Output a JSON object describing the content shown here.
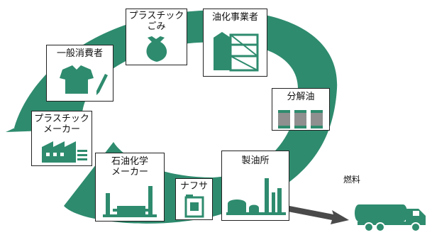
{
  "colors": {
    "ring": "#2e8b6e",
    "icon_green": "#2e8b6e",
    "icon_gray": "#8f8f8f",
    "arrow": "#4a4a4a",
    "border": "#222222"
  },
  "nodes": {
    "plastic_waste": {
      "label_1": "プラスチック",
      "label_2": "ごみ",
      "icon": "garbage-bag-icon"
    },
    "oil_conversion_company": {
      "label": "油化事業者",
      "icon": "factory-building-icon"
    },
    "cracked_oil": {
      "label": "分解油",
      "icon": "oil-drums-icon"
    },
    "refinery": {
      "label": "製油所",
      "icon": "refinery-icon"
    },
    "naphtha": {
      "label": "ナフサ",
      "icon": "oil-can-icon"
    },
    "petrochemical_maker": {
      "label_1": "石油化学",
      "label_2": "メーカー",
      "icon": "chemical-plant-icon"
    },
    "plastic_maker": {
      "label_1": "プラスチック",
      "label_2": "メーカー",
      "icon": "factory-icon"
    },
    "general_consumer": {
      "label": "一般消費者",
      "icon": "shirt-and-pen-icon"
    }
  },
  "fuel": {
    "label": "燃料",
    "icon": "tanker-truck-icon"
  }
}
